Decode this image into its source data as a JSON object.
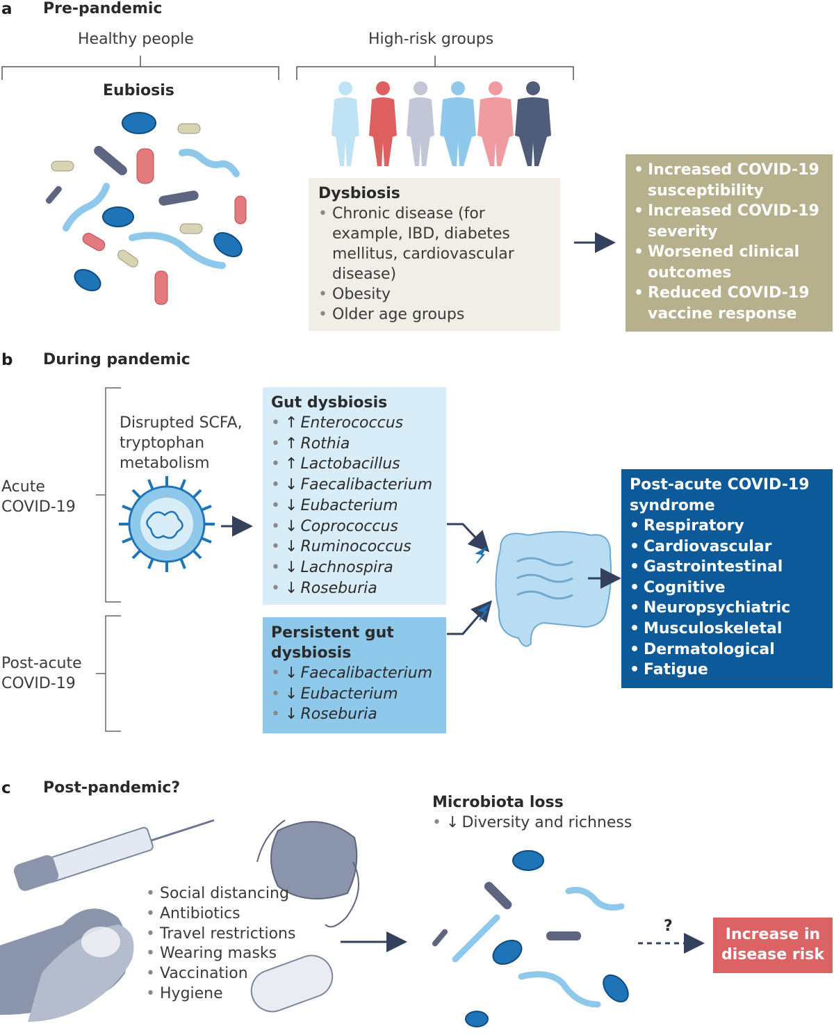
{
  "panel_a": {
    "letter": "a",
    "title": "Pre-pandemic",
    "healthy_label": "Healthy people",
    "highrisk_label": "High-risk groups",
    "eubiosis_label": "Eubiosis",
    "dysbiosis": {
      "heading": "Dysbiosis",
      "items": [
        "Chronic disease (for example, IBD, diabetes mellitus, cardiovascular disease)",
        "Obesity",
        "Older age groups"
      ]
    },
    "outcomes": [
      "Increased COVID-19 susceptibility",
      "Increased COVID-19 severity",
      "Worsened clinical outcomes",
      "Reduced COVID-19 vaccine response"
    ],
    "people_colors": [
      "#bfe3f5",
      "#dd5f5f",
      "#c2c6d6",
      "#8ec8ea",
      "#ef9ba0",
      "#4f5d7a"
    ]
  },
  "panel_b": {
    "letter": "b",
    "title": "During pandemic",
    "acute_label": "Acute COVID-19",
    "postacute_label": "Post-acute COVID-19",
    "disrupted_label": "Disrupted SCFA, tryptophan metabolism",
    "gut_dysbiosis": {
      "heading": "Gut dysbiosis",
      "items": [
        {
          "dir": "↑",
          "taxon": "Enterococcus"
        },
        {
          "dir": "↑",
          "taxon": "Rothia"
        },
        {
          "dir": "↑",
          "taxon": "Lactobacillus"
        },
        {
          "dir": "↓",
          "taxon": "Faecalibacterium"
        },
        {
          "dir": "↓",
          "taxon": "Eubacterium"
        },
        {
          "dir": "↓",
          "taxon": "Coprococcus"
        },
        {
          "dir": "↓",
          "taxon": "Ruminococcus"
        },
        {
          "dir": "↓",
          "taxon": "Lachnospira"
        },
        {
          "dir": "↓",
          "taxon": "Roseburia"
        }
      ]
    },
    "persistent": {
      "heading": "Persistent gut dysbiosis",
      "items": [
        {
          "dir": "↓",
          "taxon": "Faecalibacterium"
        },
        {
          "dir": "↓",
          "taxon": "Eubacterium"
        },
        {
          "dir": "↓",
          "taxon": "Roseburia"
        }
      ]
    },
    "pacs": {
      "heading": "Post-acute COVID-19 syndrome",
      "items": [
        "Respiratory",
        "Cardiovascular",
        "Gastrointestinal",
        "Cognitive",
        "Neuropsychiatric",
        "Musculoskeletal",
        "Dermatological",
        "Fatigue"
      ]
    }
  },
  "panel_c": {
    "letter": "c",
    "title": "Post-pandemic?",
    "measures": [
      "Social distancing",
      "Antibiotics",
      "Travel restrictions",
      "Wearing masks",
      "Vaccination",
      "Hygiene"
    ],
    "microbiota_loss": {
      "heading": "Microbiota loss",
      "items": [
        {
          "dir": "↓",
          "text": "Diversity and richness"
        }
      ]
    },
    "question_mark": "?",
    "risk_label": "Increase in disease risk"
  }
}
